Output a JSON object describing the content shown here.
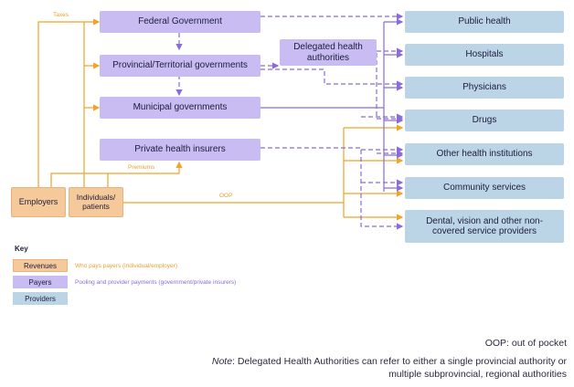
{
  "colors": {
    "revenue_line": "#f0a428",
    "payer_line": "#8a6cd8",
    "revenue_text": "#e8a030",
    "payer_text": "#8a6cd8"
  },
  "payers": {
    "federal": "Federal Government",
    "provincial": "Provincial/Territorial governments",
    "municipal": "Municipal governments",
    "private": "Private health insurers",
    "delegated": "Delegated health authorities"
  },
  "providers": [
    "Public health",
    "Hospitals",
    "Physicians",
    "Drugs",
    "Other health institutions",
    "Community services",
    "Dental, vision and other non-covered service providers"
  ],
  "revenues": {
    "employers": "Employers",
    "individuals": "Individuals/ patients"
  },
  "flow_labels": {
    "taxes": "Taxes",
    "premiums": "Premiums",
    "oop": "OOP"
  },
  "key": {
    "title": "Key",
    "items": [
      {
        "label": "Revenues",
        "desc": "Who pays payers (individual/employer)"
      },
      {
        "label": "Payers",
        "desc": "Pooling and provider payments (government/private insurers)"
      },
      {
        "label": "Providers",
        "desc": ""
      }
    ]
  },
  "footnotes": {
    "oop": "OOP: out of pocket",
    "note_label": "Note",
    "note_text": ": Delegated Health Authorities can refer to either a single provincial authority or multiple subprovincial, regional authorities"
  }
}
